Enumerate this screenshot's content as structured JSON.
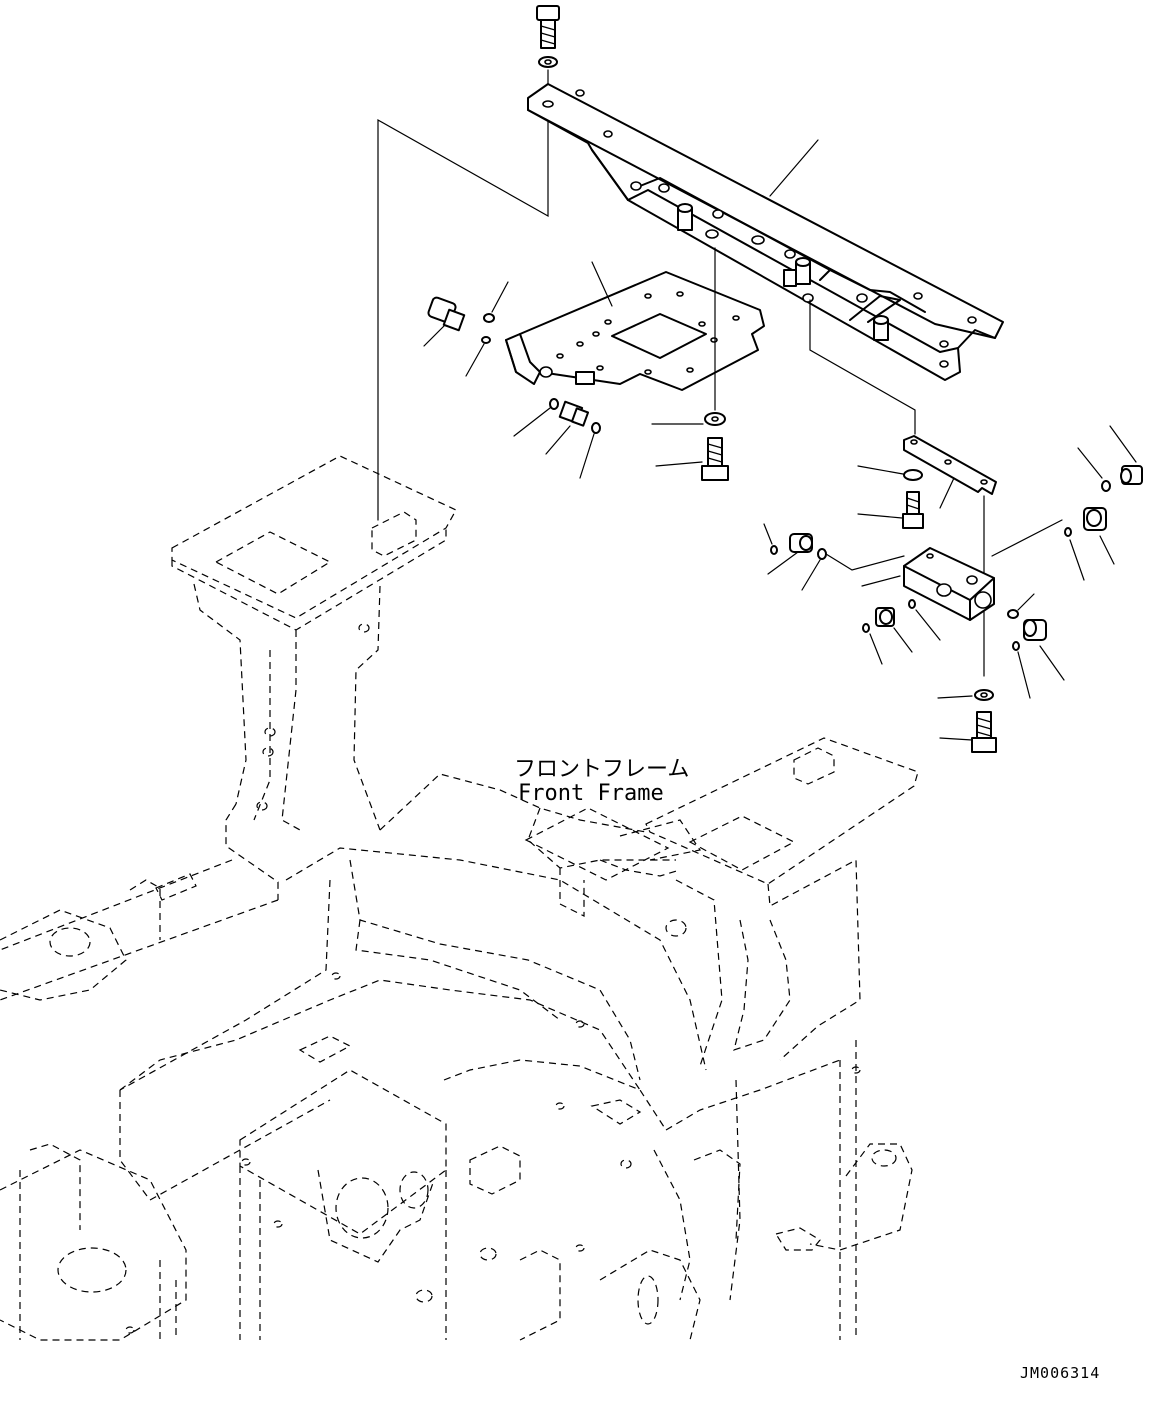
{
  "labels": {
    "front_frame_jp": "フロントフレーム",
    "front_frame_en": "Front Frame"
  },
  "drawing_code": "JM006314"
}
